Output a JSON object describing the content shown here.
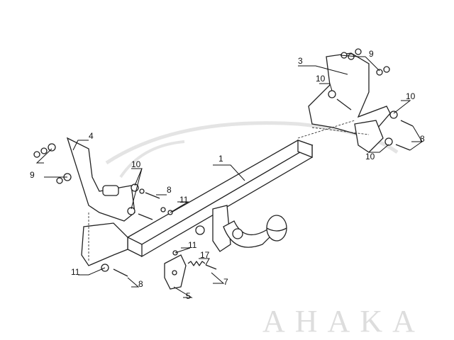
{
  "watermark": "AHAKA",
  "parts": [
    {
      "id": "1",
      "label": "1"
    },
    {
      "id": "3",
      "label": "3"
    },
    {
      "id": "4",
      "label": "4"
    },
    {
      "id": "5",
      "label": "5"
    },
    {
      "id": "7",
      "label": "7"
    },
    {
      "id": "17",
      "label": "17"
    }
  ],
  "callouts": {
    "left_9": "9",
    "right_9": "9",
    "left_10": "10",
    "right_10_a": "10",
    "right_10_b": "10",
    "right_10_c": "10",
    "left_8": "8",
    "right_8": "8",
    "bottom_8": "8",
    "left_11_a": "11",
    "bottom_11": "11",
    "center_11": "11"
  }
}
